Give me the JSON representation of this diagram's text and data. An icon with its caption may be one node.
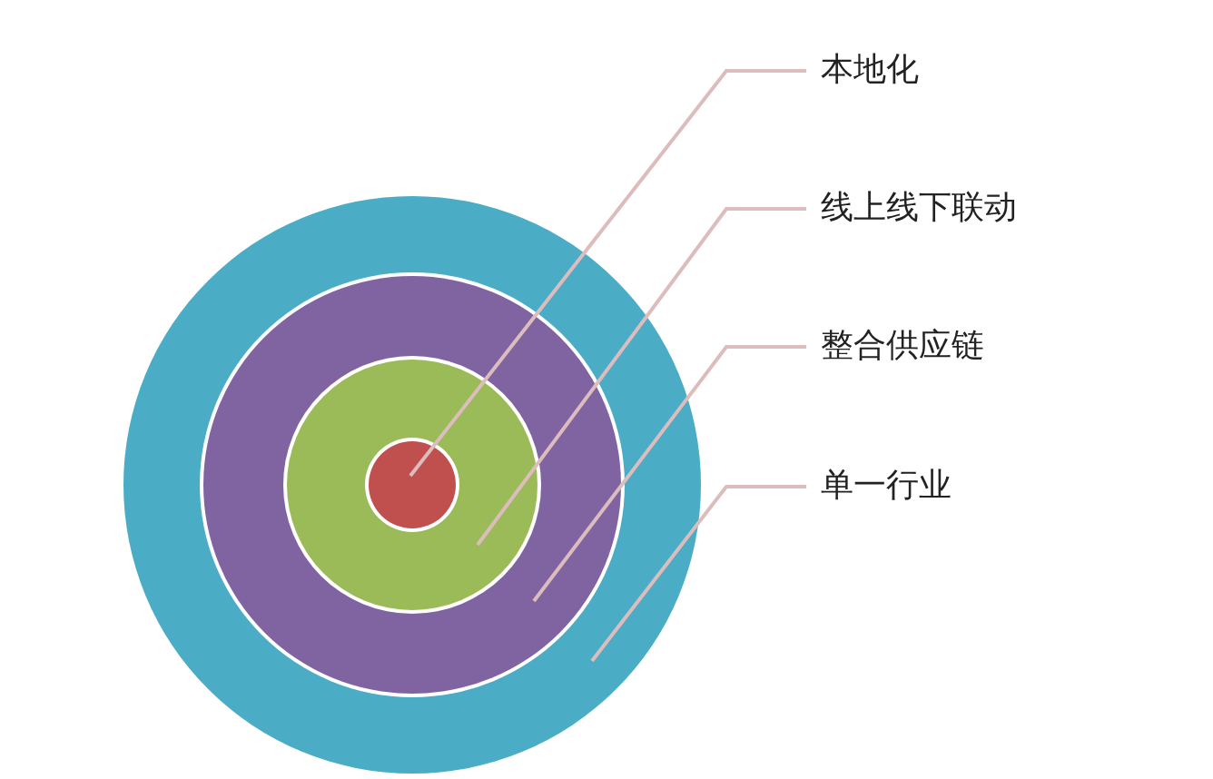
{
  "diagram": {
    "nodes": [
      {
        "text": [],
        "shape": "circle"
      },
      {
        "text": [],
        "shape": "circle",
        "in": 0
      },
      {
        "text": [],
        "shape": "circle",
        "in": 1
      },
      {
        "text": [],
        "shape": "circle",
        "in": 2
      },
      {
        "text": [
          "本地化"
        ]
      },
      {
        "text": [
          "线上线下联动"
        ]
      },
      {
        "text": [
          "整合供应链"
        ]
      },
      {
        "text": [
          "单一行业"
        ]
      }
    ],
    "edges": [
      {
        "from": 4,
        "to": 3,
        "arrow": "none"
      },
      {
        "from": 5,
        "to": 2,
        "arrow": "none"
      },
      {
        "from": 6,
        "to": 1,
        "arrow": "none"
      },
      {
        "from": 7,
        "to": 0,
        "arrow": "none"
      }
    ]
  }
}
